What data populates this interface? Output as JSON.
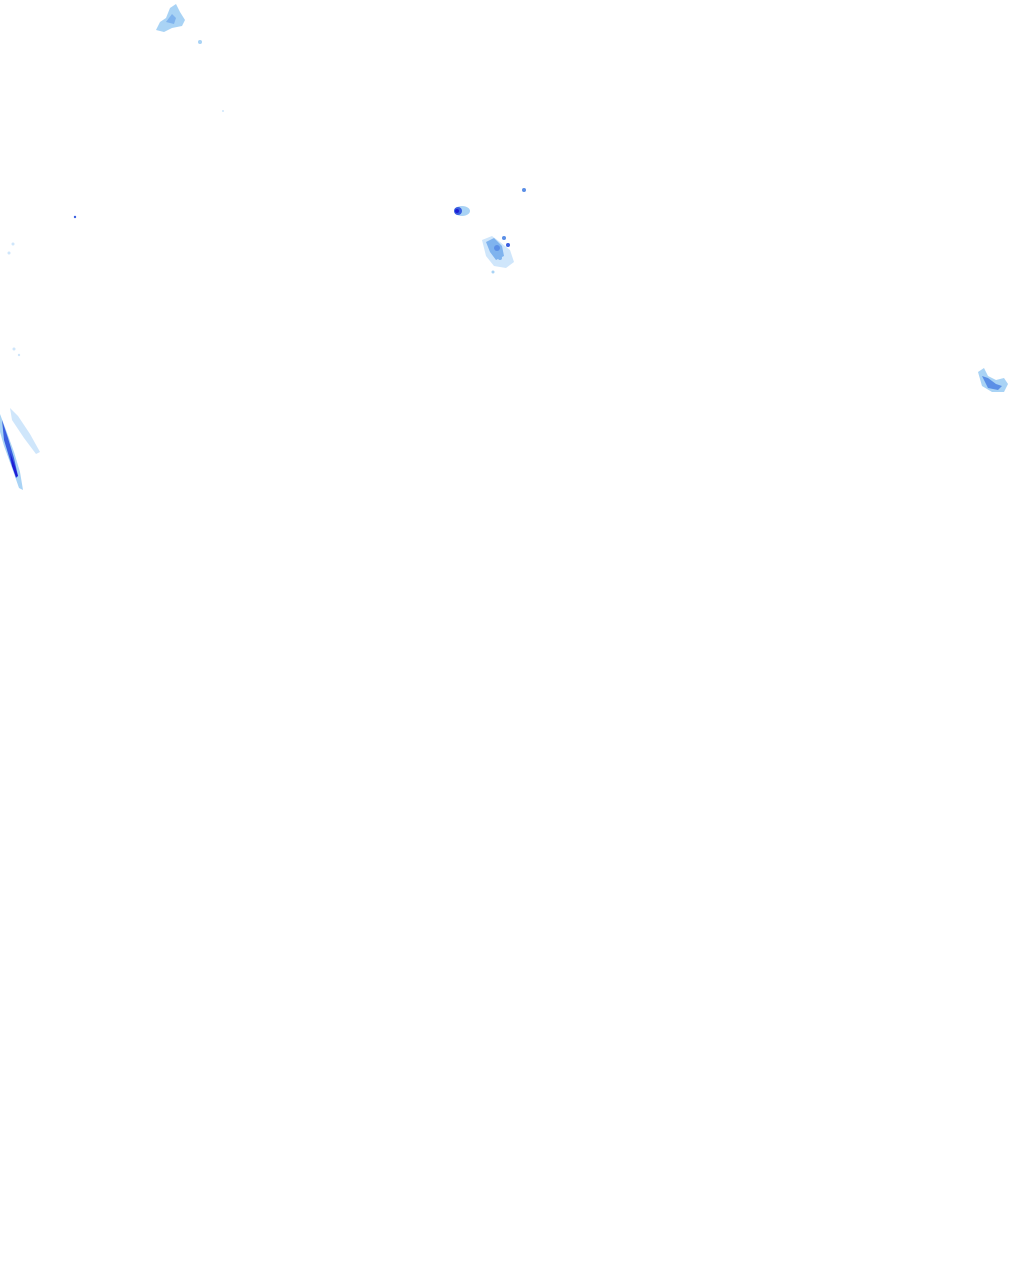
{
  "map": {
    "background": "#ffffff",
    "palette": {
      "very_light": "#cfe6fb",
      "light": "#a9d3f5",
      "medium_light": "#7fb3ee",
      "medium": "#5b8fe6",
      "strong": "#3a5fe0",
      "very_strong": "#1d1fd6"
    },
    "echo_clusters": [
      {
        "id": "cluster-top-left-smudge"
      },
      {
        "id": "cluster-center-small-dark"
      },
      {
        "id": "cluster-center-scatter"
      },
      {
        "id": "cluster-center-right-dot"
      },
      {
        "id": "cluster-left-edge-speckles"
      },
      {
        "id": "cluster-left-edge-streak"
      },
      {
        "id": "cluster-right-edge-crescent"
      }
    ]
  }
}
